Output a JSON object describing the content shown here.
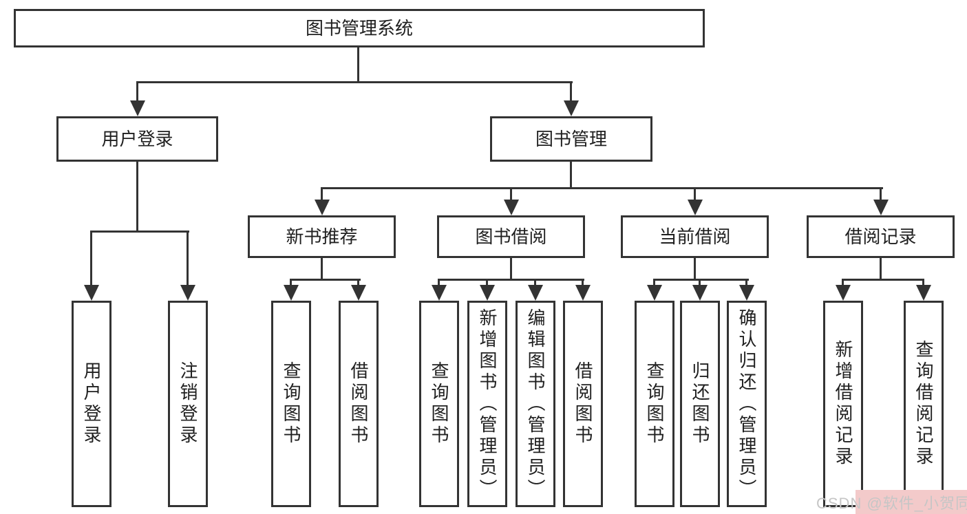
{
  "diagram": {
    "root": {
      "label": "图书管理系统"
    },
    "user_login": {
      "label": "用户登录",
      "children": [
        {
          "label": "用户登录"
        },
        {
          "label": "注销登录"
        }
      ]
    },
    "book_mgmt": {
      "label": "图书管理",
      "groups": [
        {
          "label": "新书推荐",
          "children": [
            {
              "label": "查询图书"
            },
            {
              "label": "借阅图书"
            }
          ]
        },
        {
          "label": "图书借阅",
          "children": [
            {
              "label": "查询图书"
            },
            {
              "label": "新增图书（管理员）"
            },
            {
              "label": "编辑图书（管理员）"
            },
            {
              "label": "借阅图书"
            }
          ]
        },
        {
          "label": "当前借阅",
          "children": [
            {
              "label": "查询图书"
            },
            {
              "label": "归还图书"
            },
            {
              "label": "确认归还（管理员）"
            }
          ]
        },
        {
          "label": "借阅记录",
          "children": [
            {
              "label": "新增借阅记录"
            },
            {
              "label": "查询借阅记录"
            }
          ]
        }
      ]
    }
  },
  "watermark": {
    "text": "CSDN @软件_小贺同学"
  },
  "colors": {
    "line": "#333333",
    "text": "#1f1f1f",
    "box_bg": "#ffffff",
    "page_bg": "#ffffff",
    "watermark_text": "#c6c6c6",
    "watermark_bg": "#f3caca"
  }
}
